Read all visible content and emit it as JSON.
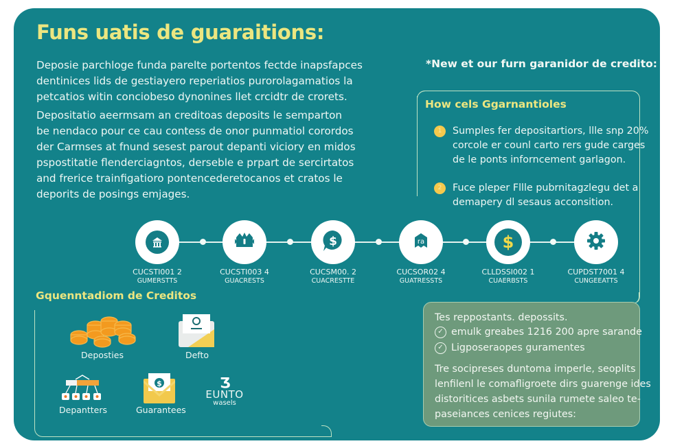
{
  "title": "Funs uatis de guaraitions:",
  "intro": {
    "paragraph1": [
      "Deposie parchloge funda parelte portentos fectde inapsfapces",
      "dentinices lids de gestiayero reperiatios purorolagamatios la",
      "petcatios witin conciobeso dynonines llet crcidtr de crorets."
    ],
    "paragraph2": [
      "Depositatio aeermsam an creditoas deposits le semparton",
      "be nendaco pour ce cau contess de onor punmatiol corordos",
      "der Carmses at fnund sesest parout depanti viciory en midos",
      "pspostitatie flenderciagntos, derseble e prpart de sercirtatos",
      "and frerice trainfigatioro pontencederetocanos et cratos le",
      "deporits de posings emjages."
    ]
  },
  "new_heading": "*New et our furn garanidor de credito:",
  "how_box": {
    "title": "How cels Ggarnantioles",
    "items": [
      {
        "badge": "1",
        "lines": [
          "Sumples fer depositartiors, llle snp 20%",
          "corcole er counl carto rers gude carges",
          "de le ponts inforncement garlagon."
        ]
      },
      {
        "badge": "2",
        "lines": [
          "Fuce pleper Fllle pubrnitagzlegu det a",
          "demapery dl sesaus acconsition."
        ]
      }
    ]
  },
  "timeline": {
    "nodes": [
      {
        "icon": "bank-icon",
        "label1": "CUCSTI001 2",
        "label2": "GUMERSTTS"
      },
      {
        "icon": "crown-shield-icon",
        "label1": "CUCSTI003 4",
        "label2": "GUACRESTS"
      },
      {
        "icon": "dollar-bubble-icon",
        "label1": "CUCSM00. 2",
        "label2": "CUACRESTTE"
      },
      {
        "icon": "house-badge-icon",
        "label1": "CUCSOR02 4",
        "label2": "GUATRESSTS"
      },
      {
        "icon": "dollar-icon",
        "label1": "CLLDSSI002 1",
        "label2": "CUAERBSTS"
      },
      {
        "icon": "gear-icon",
        "label1": "CUPDST7001 4",
        "label2": "CUNGEEATTS"
      }
    ]
  },
  "credits_section": {
    "title": "Gquenntadiom de Creditos",
    "items": [
      {
        "icon": "coins-icon",
        "label": "Deposties"
      },
      {
        "icon": "document-envelope-icon",
        "label": "Defto"
      },
      {
        "icon": "hierarchy-icon",
        "label": "Depantters"
      },
      {
        "icon": "money-envelope-icon",
        "label": "Guarantees"
      },
      {
        "icon": "eunto-logo-icon",
        "label": "EUNTO",
        "sublabel": "wasels"
      }
    ]
  },
  "summary_box": {
    "heading": "Tes reppostants. depossits.",
    "checks": [
      "emulk greabes 1216 200 apre sarande",
      "Ligposeraopes guramentes"
    ],
    "paragraph": [
      "Tre socipreses duntoma imperle, seoplits",
      "lenfilenl le comafligroete dirs guarenge ides",
      "distoritices asbets sunila rumete saleo te-",
      "paseiances cenices regiutes:"
    ]
  },
  "colors": {
    "background": "#13828a",
    "title_yellow": "#ece680",
    "badge_yellow": "#f5c94d",
    "summary_green": "#6e9a7c",
    "outline": "#bfe3c4"
  }
}
